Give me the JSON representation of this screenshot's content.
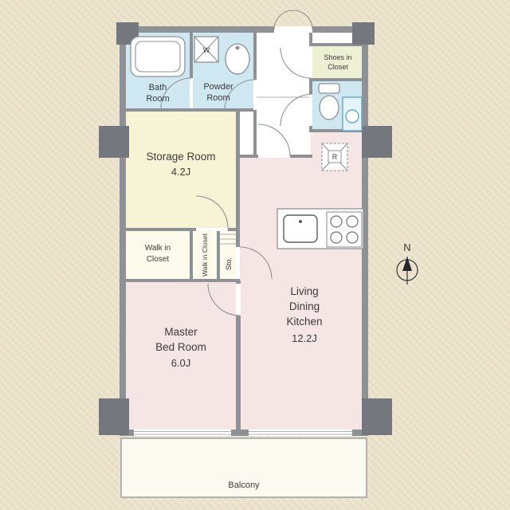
{
  "floor_plan": {
    "compass": {
      "north_label": "N"
    },
    "rooms": {
      "bath": {
        "lines": [
          "Bath",
          "Room"
        ]
      },
      "powder": {
        "lines": [
          "Powder",
          "Room"
        ]
      },
      "shoes_closet": {
        "lines": [
          "Shoes in",
          "Closet"
        ]
      },
      "storage": {
        "name": "Storage Room",
        "size": "4.2J"
      },
      "walk_in_closet": {
        "lines": [
          "Walk in",
          "Closet"
        ]
      },
      "walk_in_closet_2": {
        "name": "Walk in Closet"
      },
      "sto": {
        "name": "Sto."
      },
      "master_bedroom": {
        "lines": [
          "Master",
          "Bed Room"
        ],
        "size": "6.0J"
      },
      "ldk": {
        "lines": [
          "Living",
          "Dining",
          "Kitchen"
        ],
        "size": "12.2J"
      },
      "balcony": {
        "name": "Balcony"
      }
    },
    "symbols": {
      "washing_machine": "W",
      "refrigerator": "R"
    },
    "colors": {
      "background": "#ece3cc",
      "wall": "#8e9297",
      "pillar": "#74787e",
      "wet_area_fill": "#cfe7f0",
      "storage_fill": "#f7f3d5",
      "closet_fill": "#fdfbec",
      "living_fill": "#f5e6e5",
      "shoes_closet_fill": "#eef0d4",
      "fixture_blue": "#62aac8",
      "balcony_fill": "#fbf9f0"
    }
  }
}
